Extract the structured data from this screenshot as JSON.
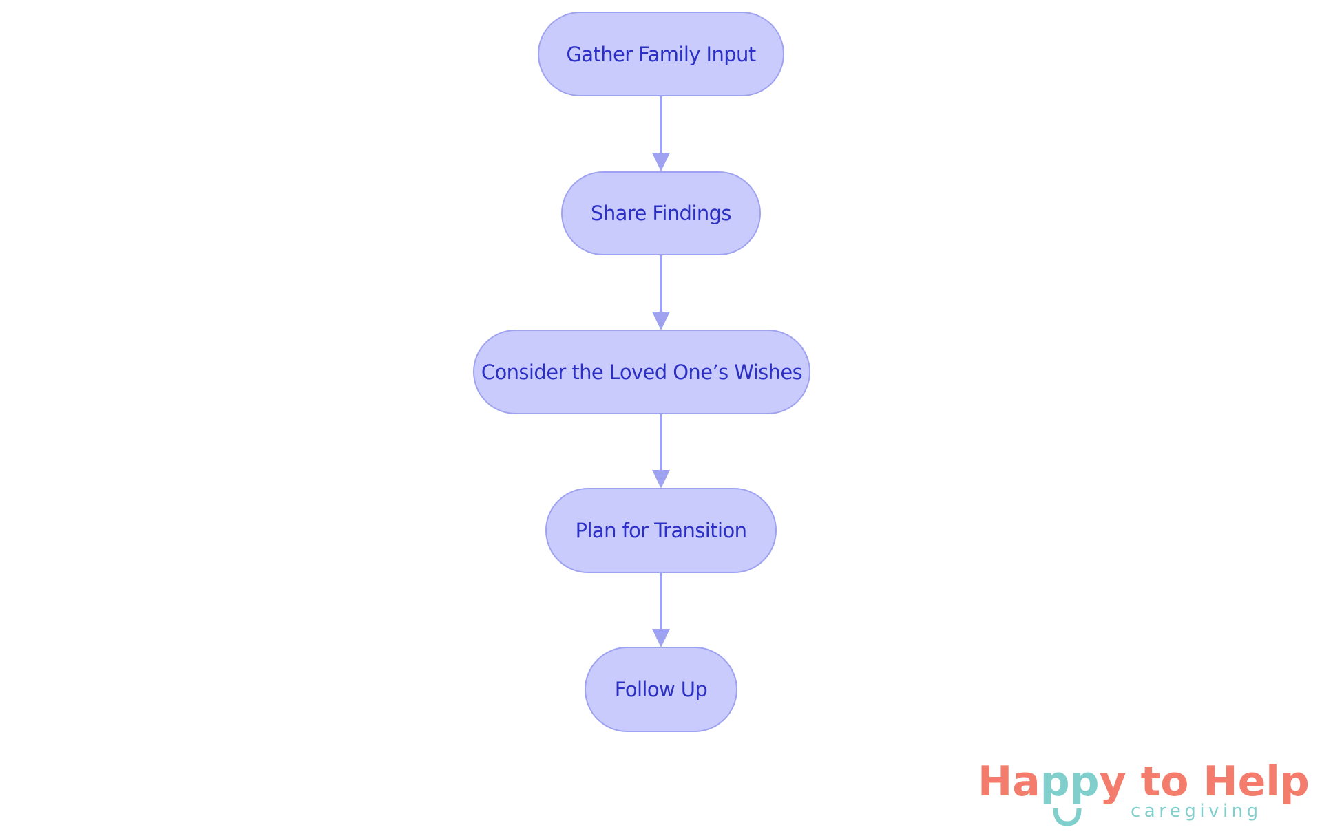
{
  "diagram": {
    "type": "flowchart",
    "direction": "top-to-bottom",
    "colors": {
      "node_fill": "#c8cbfb",
      "node_stroke": "#9ea2f0",
      "node_text": "#2b2fc4",
      "edge": "#9ea2f0"
    },
    "nodes": [
      {
        "id": "n1",
        "label": "Gather Family Input"
      },
      {
        "id": "n2",
        "label": "Share Findings"
      },
      {
        "id": "n3",
        "label": "Consider the Loved One’s Wishes"
      },
      {
        "id": "n4",
        "label": "Plan for Transition"
      },
      {
        "id": "n5",
        "label": "Follow Up"
      }
    ],
    "edges": [
      {
        "from": "n1",
        "to": "n2"
      },
      {
        "from": "n2",
        "to": "n3"
      },
      {
        "from": "n3",
        "to": "n4"
      },
      {
        "from": "n4",
        "to": "n5"
      }
    ]
  },
  "logo": {
    "title_part1": "Ha",
    "title_part2": "pp",
    "title_part3": "y to Help",
    "subtitle": "caregiving",
    "colors": {
      "coral": "#f47c6c",
      "teal": "#80cfcd"
    }
  }
}
